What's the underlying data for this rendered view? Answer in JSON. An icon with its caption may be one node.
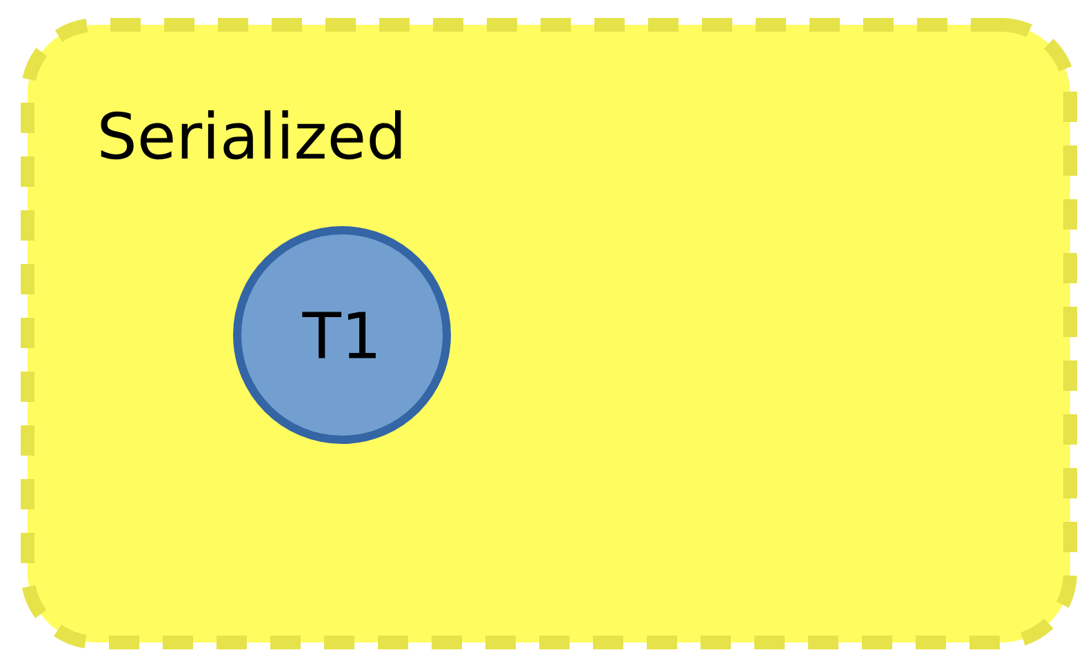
{
  "diagram": {
    "nodes": [
      {
        "text": [
          "Serialized"
        ]
      },
      {
        "text": [
          "T1"
        ],
        "in": 0
      }
    ]
  }
}
